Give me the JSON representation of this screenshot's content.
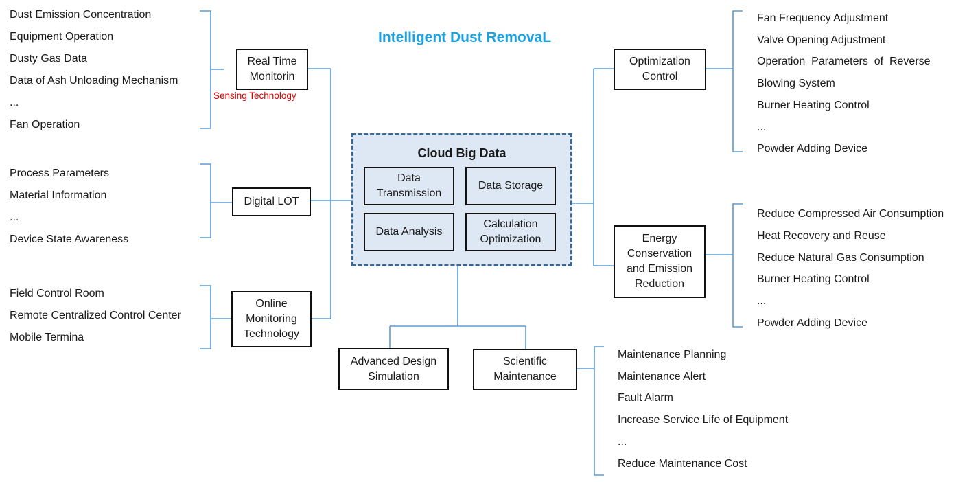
{
  "title": "Intelligent Dust RemovaL",
  "sensing_label": "Sensing Technology",
  "cloud": {
    "title": "Cloud Big Data",
    "modules": [
      "Data Transmission",
      "Data Storage",
      "Data Analysis",
      "Calculation Optimization"
    ]
  },
  "left_nodes": {
    "real_time": "Real Time Monitorin",
    "digital": "Digital LOT",
    "online": "Online Monitoring Technology"
  },
  "right_nodes": {
    "optimization": "Optimization Control",
    "energy": "Energy Conservation and Emission Reduction"
  },
  "bottom_nodes": {
    "design": "Advanced Design Simulation",
    "maintenance": "Scientific Maintenance"
  },
  "lists": {
    "monitoring_items": [
      "Dust Emission Concentration",
      "Equipment Operation",
      "Dusty Gas Data",
      "Data of Ash Unloading Mechanism",
      "...",
      "Fan Operation"
    ],
    "digital_items": [
      "Process Parameters",
      "Material Information",
      "...",
      "Device State Awareness"
    ],
    "online_items": [
      "Field Control Room",
      "Remote Centralized Control Center",
      "Mobile Termina"
    ],
    "optimization_items": [
      "Fan Frequency Adjustment",
      "Valve Opening Adjustment",
      "Operation  Parameters  of  Reverse",
      "Blowing System",
      "Burner Heating Control",
      "...",
      "Powder Adding Device"
    ],
    "energy_items": [
      "Reduce Compressed Air Consumption",
      "Heat Recovery and Reuse",
      "Reduce Natural Gas Consumption",
      "Burner Heating Control",
      "...",
      "Powder Adding Device"
    ],
    "maintenance_items": [
      "Maintenance Planning",
      "Maintenance Alert",
      "Fault Alarm",
      "Increase Service Life of Equipment",
      "...",
      "Reduce Maintenance Cost"
    ]
  },
  "colors": {
    "connector": "#5b9bd5",
    "title": "#1ba1e2",
    "cloud_fill": "#dde8f4",
    "cloud_border": "#3a6890",
    "sensing_text": "#e00000"
  }
}
